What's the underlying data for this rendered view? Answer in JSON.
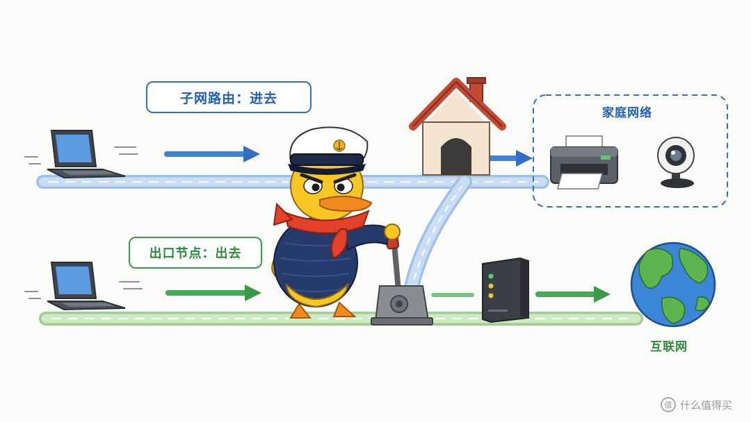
{
  "labels": {
    "subnet_route": "子网路由：进去",
    "exit_node": "出口节点：出去",
    "home_network": "家庭网络",
    "internet": "互联网"
  },
  "watermark": {
    "icon": "smzdm-logo-icon",
    "text": "什么值得买"
  },
  "icons": [
    "laptop-icon",
    "house-icon",
    "printer-icon",
    "webcam-icon",
    "duck-captain-mascot-icon",
    "lever-switch-icon",
    "router-icon",
    "globe-icon"
  ],
  "colors": {
    "subnet_blue": "#2f6fc4",
    "exit_green": "#3a9a48",
    "road_blue": "#bcd5f1",
    "road_green": "#c3e3b6",
    "duck_yellow": "#f7c623",
    "scarf_red": "#e2412a",
    "sweater_navy": "#263a6b"
  }
}
